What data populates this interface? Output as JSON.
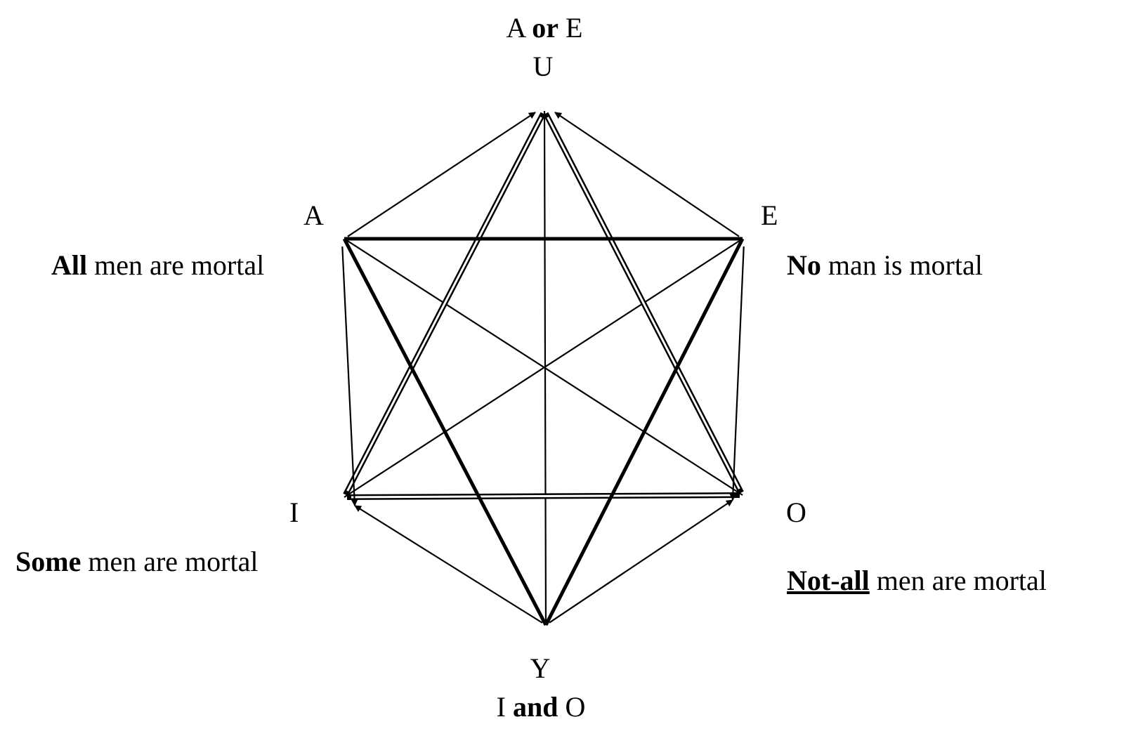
{
  "vertices": {
    "U": {
      "letter": "U",
      "caption_a": "A",
      "caption_op": "or",
      "caption_b": "E"
    },
    "A": {
      "letter": "A",
      "bold": "All",
      "rest": " men are mortal"
    },
    "E": {
      "letter": "E",
      "bold": "No",
      "rest": " man is mortal"
    },
    "I": {
      "letter": "I",
      "bold": "Some",
      "rest": " men are mortal"
    },
    "O": {
      "letter": "O",
      "bold": "Not-all",
      "rest": " men are mortal"
    },
    "Y": {
      "letter": "Y",
      "caption_a": "I",
      "caption_op": "and",
      "caption_b": "O"
    }
  },
  "relations": {
    "contrariety": [
      [
        "A",
        "E"
      ],
      [
        "A",
        "Y"
      ],
      [
        "E",
        "Y"
      ]
    ],
    "subcontrariety": [
      [
        "I",
        "O"
      ],
      [
        "U",
        "I"
      ],
      [
        "U",
        "O"
      ]
    ],
    "contradiction": [
      [
        "A",
        "O"
      ],
      [
        "E",
        "I"
      ],
      [
        "U",
        "Y"
      ]
    ],
    "subalternation": [
      [
        "A",
        "U"
      ],
      [
        "E",
        "U"
      ],
      [
        "A",
        "I"
      ],
      [
        "E",
        "O"
      ],
      [
        "Y",
        "I"
      ],
      [
        "Y",
        "O"
      ]
    ]
  }
}
